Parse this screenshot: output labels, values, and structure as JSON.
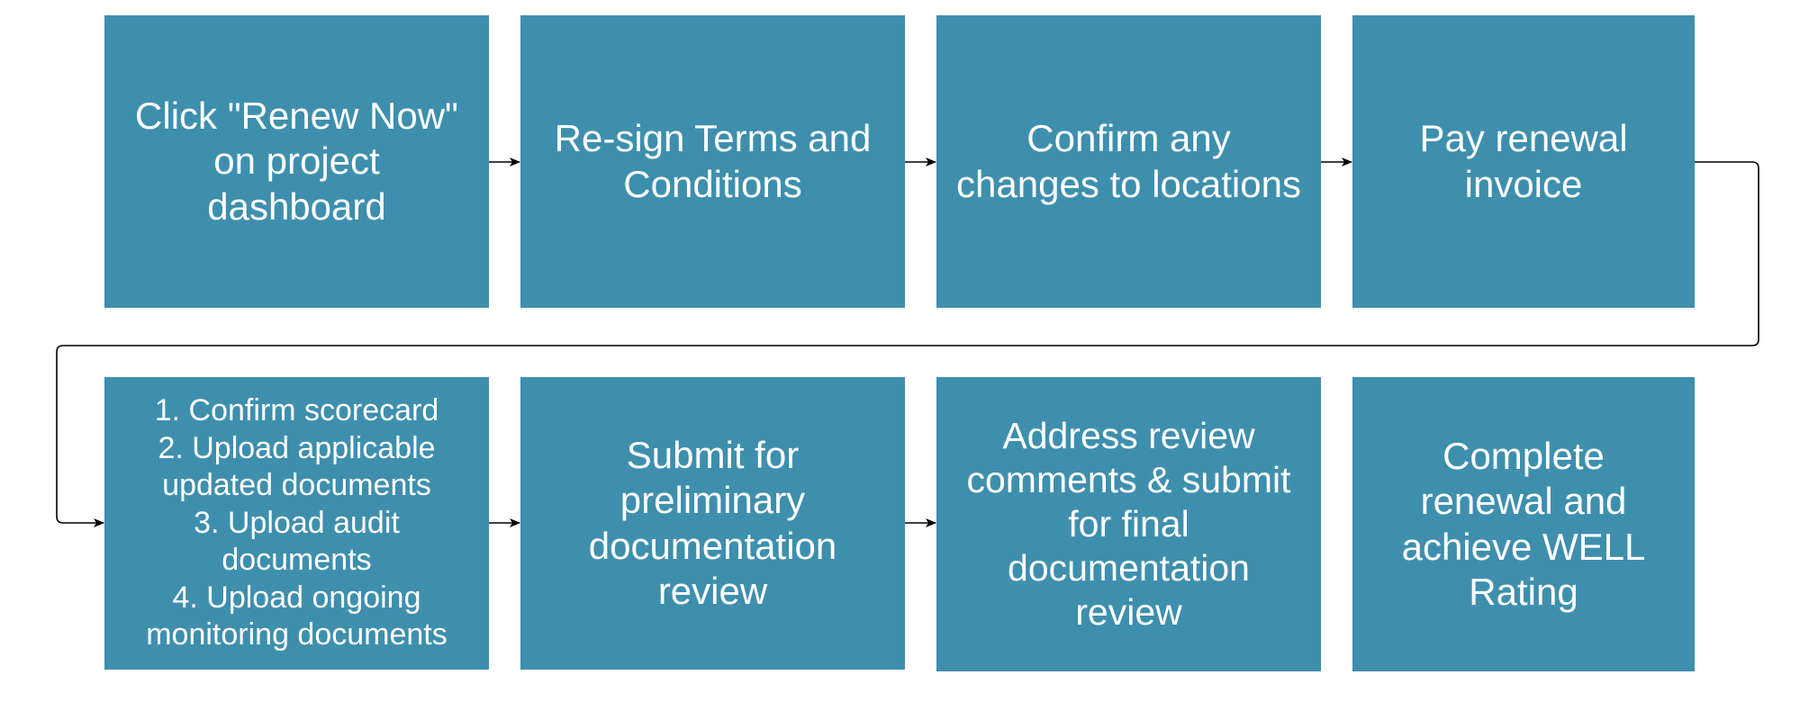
{
  "steps": [
    {
      "text": "Click \"Renew Now\"\non project\ndashboard"
    },
    {
      "text": "Re-sign Terms and\nConditions"
    },
    {
      "text": "Confirm any\nchanges to locations"
    },
    {
      "text": "Pay renewal\ninvoice"
    },
    {
      "text": "1. Confirm scorecard\n2. Upload applicable\nupdated documents\n3. Upload audit\ndocuments\n4. Upload ongoing\nmonitoring documents"
    },
    {
      "text": "Submit for\npreliminary\ndocumentation\nreview"
    },
    {
      "text": "Address review\ncomments & submit\nfor final\ndocumentation\nreview"
    },
    {
      "text": "Complete\nrenewal and\nachieve WELL\nRating"
    }
  ],
  "colors": {
    "box_fill": "#3e8fad",
    "box_text": "#ffffff",
    "connector": "#000000"
  }
}
